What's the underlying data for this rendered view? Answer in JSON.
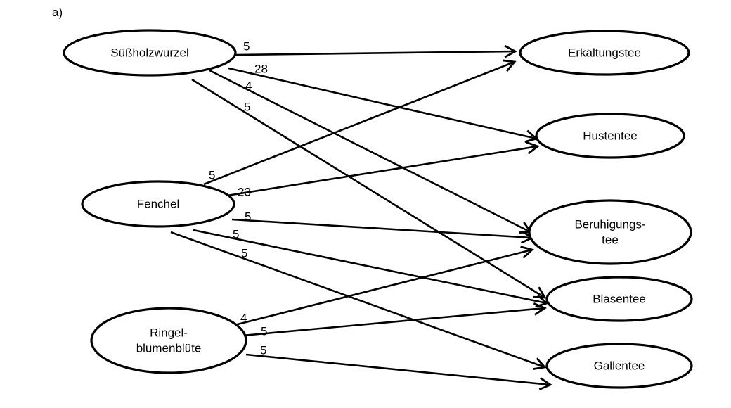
{
  "panel_label": "a)",
  "herbs": [
    {
      "id": "suessholz",
      "lines": [
        "Süßholzwurzel"
      ]
    },
    {
      "id": "fenchel",
      "lines": [
        "Fenchel"
      ]
    },
    {
      "id": "ringel",
      "lines": [
        "Ringel-",
        "blumenblüte"
      ]
    }
  ],
  "teas": [
    {
      "id": "erkaeltung",
      "lines": [
        "Erkältungstee"
      ]
    },
    {
      "id": "husten",
      "lines": [
        "Hustentee"
      ]
    },
    {
      "id": "beruhigung",
      "lines": [
        "Beruhigungs-",
        "tee"
      ]
    },
    {
      "id": "blasen",
      "lines": [
        "Blasentee"
      ]
    },
    {
      "id": "gallen",
      "lines": [
        "Gallentee"
      ]
    }
  ],
  "edges": [
    {
      "from": "suessholz",
      "to": "erkaeltung",
      "label": "5"
    },
    {
      "from": "suessholz",
      "to": "husten",
      "label": "28"
    },
    {
      "from": "suessholz",
      "to": "beruhigung",
      "label": "4"
    },
    {
      "from": "suessholz",
      "to": "blasen",
      "label": "5"
    },
    {
      "from": "fenchel",
      "to": "erkaeltung",
      "label": "5"
    },
    {
      "from": "fenchel",
      "to": "husten",
      "label": "23"
    },
    {
      "from": "fenchel",
      "to": "beruhigung",
      "label": "5"
    },
    {
      "from": "fenchel",
      "to": "blasen",
      "label": "5"
    },
    {
      "from": "fenchel",
      "to": "gallen",
      "label": "5"
    },
    {
      "from": "ringel",
      "to": "beruhigung",
      "label": "4"
    },
    {
      "from": "ringel",
      "to": "blasen",
      "label": "5"
    },
    {
      "from": "ringel",
      "to": "gallen",
      "label": "5"
    }
  ]
}
